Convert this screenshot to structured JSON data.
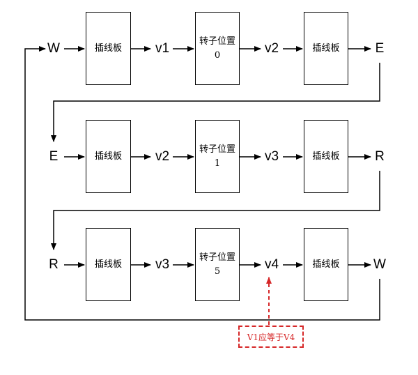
{
  "rows": [
    {
      "input": "W",
      "plugboard_in": "插线板",
      "mid1": "v1",
      "rotor": "转子位置0",
      "mid2": "v2",
      "plugboard_out": "插线板",
      "output": "E"
    },
    {
      "input": "E",
      "plugboard_in": "插线板",
      "mid1": "v2",
      "rotor": "转子位置1",
      "mid2": "v3",
      "plugboard_out": "插线板",
      "output": "R"
    },
    {
      "input": "R",
      "plugboard_in": "插线板",
      "mid1": "v3",
      "rotor": "转子位置5",
      "mid2": "v4",
      "plugboard_out": "插线板",
      "output": "W"
    }
  ],
  "annotation": {
    "text": "V1应等于V4",
    "color": "#d62728"
  }
}
